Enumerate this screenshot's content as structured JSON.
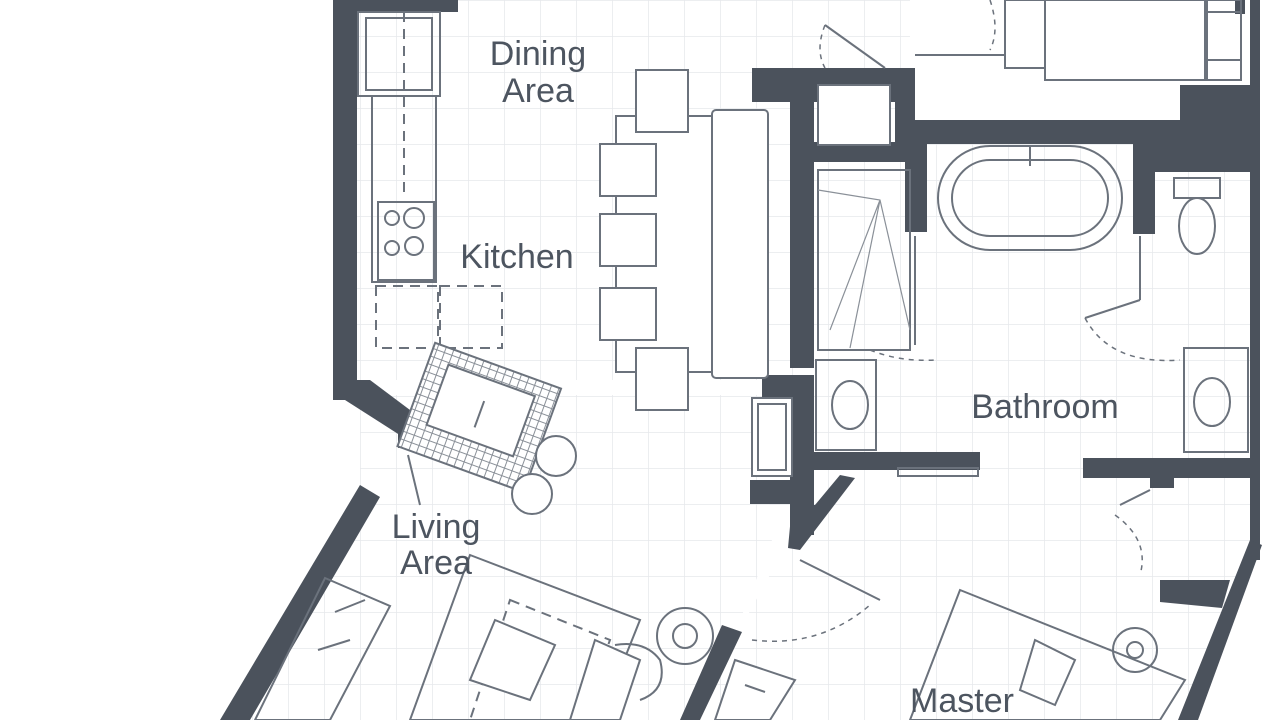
{
  "rooms": {
    "dining": {
      "line1": "Dining",
      "line2": "Area"
    },
    "kitchen": {
      "line1": "Kitchen"
    },
    "bathroom": {
      "line1": "Bathroom"
    },
    "living": {
      "line1": "Living",
      "line2": "Area"
    },
    "master": {
      "line1": "Master"
    }
  },
  "colors": {
    "wall": "#4b525c",
    "grid": "#e6e8ec",
    "fixture_stroke": "#6b727c",
    "label": "#4d5560",
    "background": "#ffffff"
  }
}
